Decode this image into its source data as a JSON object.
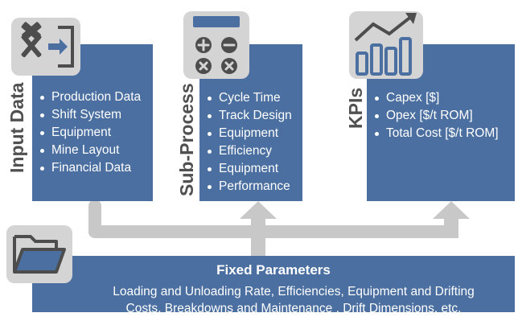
{
  "sections": {
    "input": {
      "title": "Input Data",
      "items": [
        "Production Data",
        "Shift System",
        "Equipment",
        "Mine Layout",
        "Financial Data"
      ]
    },
    "subprocess": {
      "title": "Sub-Process",
      "items": [
        "Cycle Time",
        "Track Design",
        "Equipment",
        "Efficiency",
        "Equipment",
        "Performance"
      ]
    },
    "kpis": {
      "title": "KPIs",
      "items": [
        "Capex [$]",
        "Opex [$/t ROM]",
        "Total Cost [$/t ROM]"
      ]
    }
  },
  "fixed": {
    "title": "Fixed Parameters",
    "line1": "Loading and Unloading Rate, Efficiencies, Equipment and Drifting",
    "line2": "Costs, Breakdowns and Maintenance , Drift Dimensions, etc."
  },
  "icons": {
    "input": "hammer-pick-enter-icon",
    "subprocess": "calculator-icon",
    "kpis": "bar-chart-trend-icon",
    "fixed": "folder-icon"
  },
  "colors": {
    "box": "#4a6fa0",
    "arrow": "#c8c8c8",
    "icon_tile": "#d4d4d4",
    "label": "#505050"
  }
}
